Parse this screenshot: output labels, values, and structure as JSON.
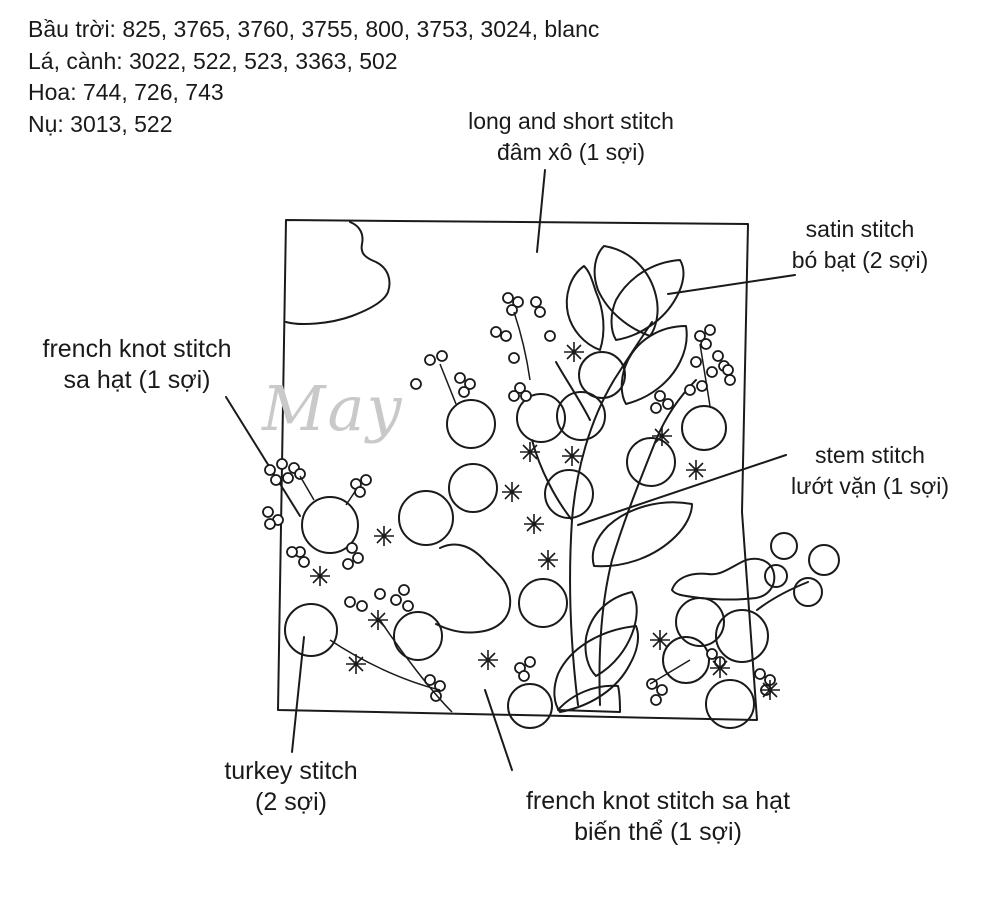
{
  "legend": {
    "items": [
      "Bầu trời: 825, 3765, 3760, 3755, 800, 3753, 3024, blanc",
      "Lá, cành: 3022, 522, 523, 3363, 502",
      "Hoa: 744, 726, 743",
      "Nụ: 3013, 522"
    ]
  },
  "labels": {
    "long_short": {
      "line1": "long and short stitch",
      "line2": "đâm xô (1 sợi)"
    },
    "satin": {
      "line1": "satin stitch",
      "line2": "bó bạt (2 sợi)"
    },
    "french_knot": {
      "line1": "french knot stitch",
      "line2": "sa hạt (1 sợi)"
    },
    "stem": {
      "line1": "stem stitch",
      "line2": "lướt vặn (1 sợi)"
    },
    "turkey": {
      "line1": "turkey stitch",
      "line2": "(2 sợi)"
    },
    "french_knot_variant": {
      "line1": "french knot stitch sa hạt",
      "line2": "biến thể (1 sợi)"
    }
  },
  "watermark": {
    "text": "May"
  },
  "colors": {
    "ink": "#1a1a1a",
    "watermark": "#c9c9c9",
    "background": "#ffffff"
  }
}
